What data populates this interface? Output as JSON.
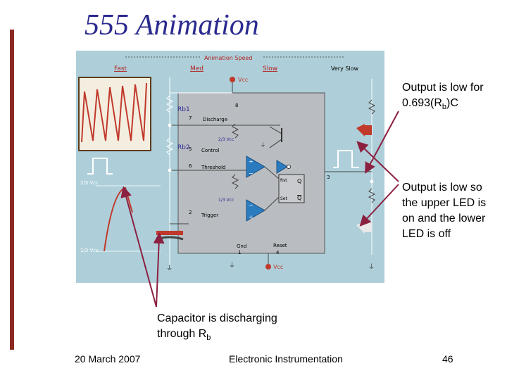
{
  "slide": {
    "title": "555 Animation",
    "footer_date": "20 March 2007",
    "footer_center": "Electronic Instrumentation",
    "page_number": "46",
    "accent_bar_color": "#8b2a22",
    "title_color": "#2b2a8f"
  },
  "animation": {
    "speed_header": "Animation Speed",
    "speeds": [
      "Fast",
      "Med",
      "Slow",
      "Very Slow"
    ],
    "vcc_label": "Vcc",
    "rb1_label": "Rb1",
    "rb2_label": "Rb2",
    "two_thirds_label": "2/3 Vcc",
    "one_third_label": "1/3 Vcc",
    "pins": {
      "discharge": "Discharge",
      "control": "Control",
      "threshold": "Threshold",
      "trigger": "Trigger",
      "gnd": "Gnd",
      "reset": "Reset",
      "pin7": "7",
      "pin5": "5",
      "pin6": "6",
      "pin2": "2",
      "pin1": "1",
      "pin8": "8",
      "pin4": "4",
      "pin3": "3"
    },
    "ff_set": "Set",
    "ff_rst": "Rst",
    "ff_q": "Q",
    "ff_qbar": "Q",
    "plus": "+",
    "minus": "−"
  },
  "annotations": {
    "output_low_time_prefix": "Output is low for 0.693(R",
    "output_low_time_sub": "b",
    "output_low_time_suffix": ")C",
    "output_led_text": "Output is low so the upper LED is on and the lower LED is off",
    "capacitor_prefix": "Capacitor is discharging through R",
    "capacitor_sub": "b"
  }
}
